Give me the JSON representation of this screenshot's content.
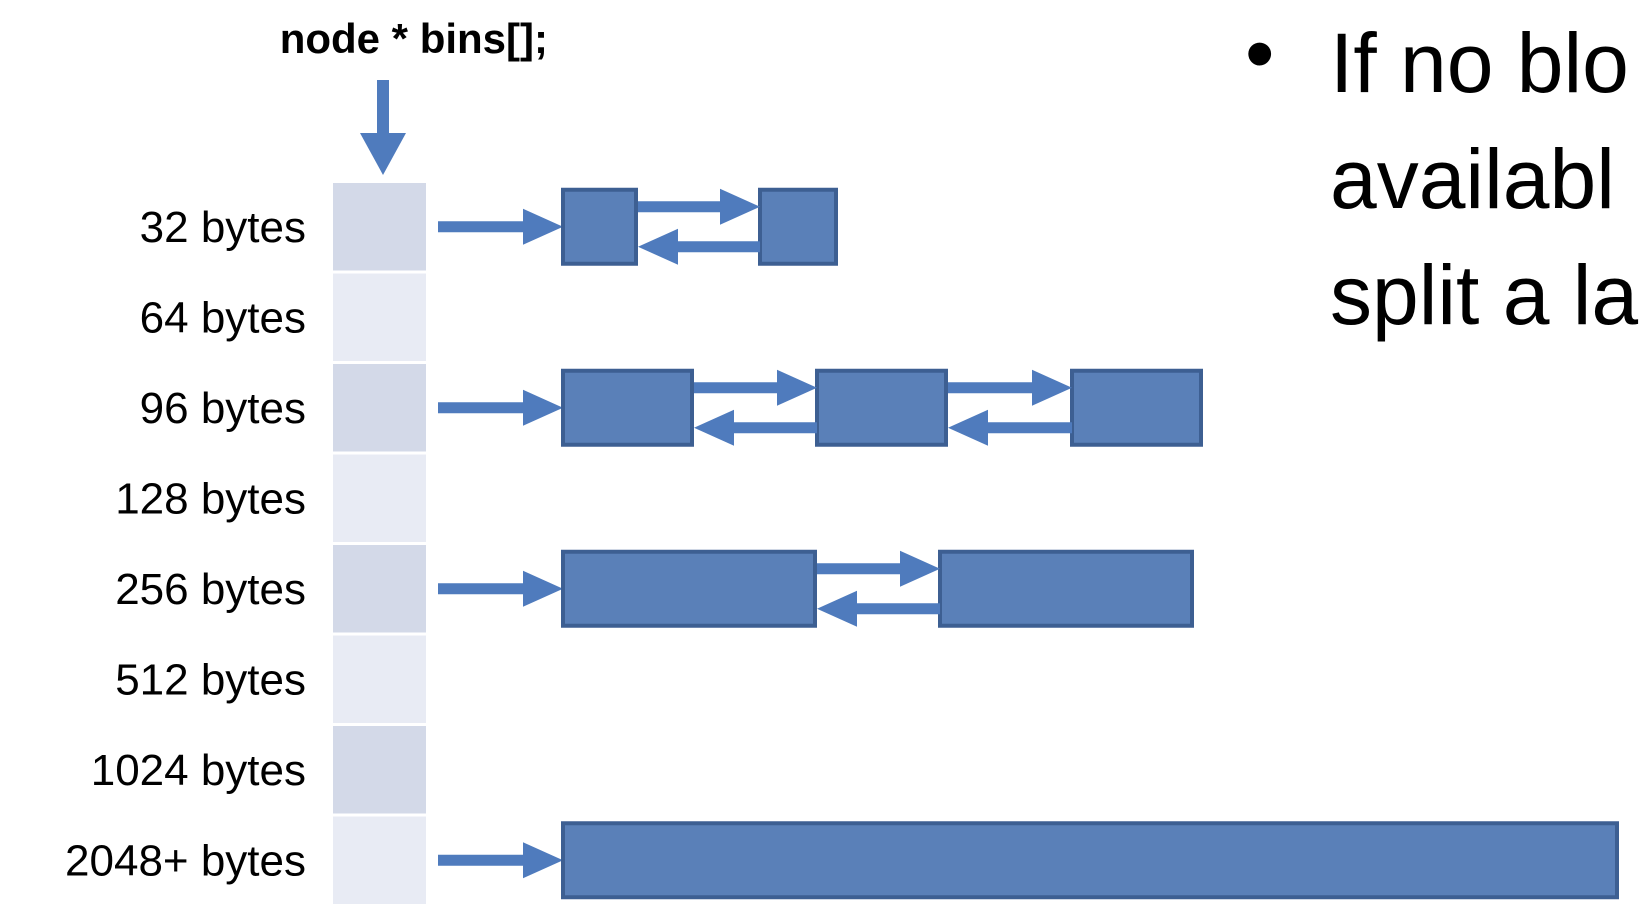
{
  "title": "node * bins[];",
  "bins": [
    {
      "label": "32 bytes",
      "blocks": 2
    },
    {
      "label": "64 bytes",
      "blocks": 0
    },
    {
      "label": "96 bytes",
      "blocks": 3
    },
    {
      "label": "128 bytes",
      "blocks": 0
    },
    {
      "label": "256 bytes",
      "blocks": 2
    },
    {
      "label": "512 bytes",
      "blocks": 0
    },
    {
      "label": "1024 bytes",
      "blocks": 0
    },
    {
      "label": "2048+ bytes",
      "blocks": 1
    }
  ],
  "bullet": {
    "symbol": "•",
    "lines": [
      "If no blo",
      "availabl",
      "split a la"
    ]
  },
  "colors": {
    "block_fill": "#5a80b8",
    "block_stroke": "#3d5f92",
    "arrow": "#4f7bbd",
    "cell_dark": "#d3d9e8",
    "cell_light": "#e8ebf4"
  }
}
